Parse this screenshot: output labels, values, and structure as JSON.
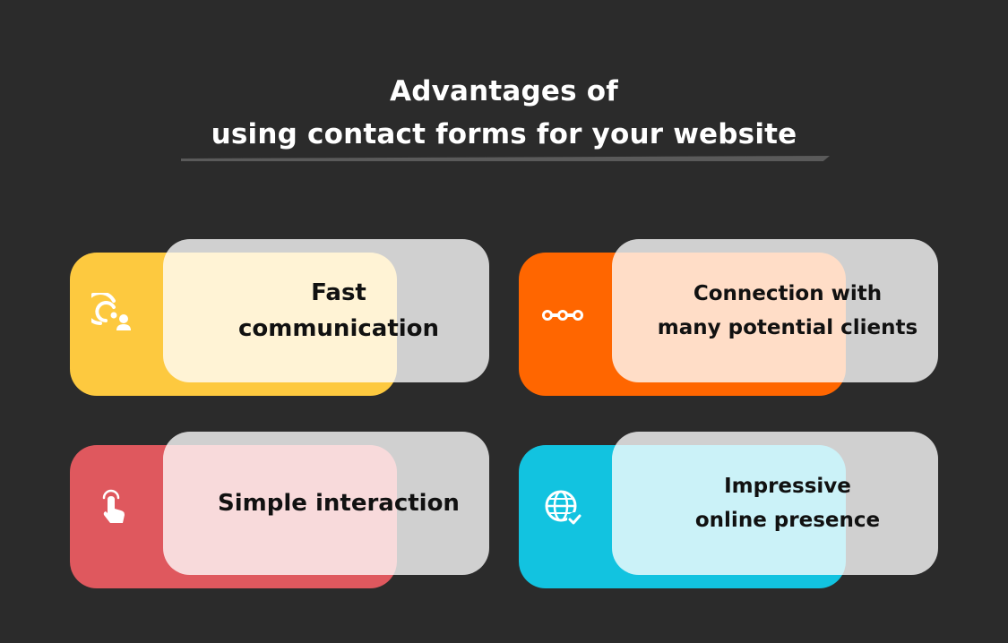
{
  "title": {
    "line1": "Advantages of",
    "line2": "using contact forms for your website"
  },
  "cards": [
    {
      "label_line1": "Fast",
      "label_line2": "communication",
      "icon": "chat-icon",
      "color": "#fdc93f",
      "tint": "#fff3d4"
    },
    {
      "label_line1": "Connection with",
      "label_line2": "many potential clients",
      "icon": "connection-icon",
      "color": "#ff6600",
      "tint": "#fddcc8"
    },
    {
      "label_line1": "Simple interaction",
      "label_line2": "",
      "icon": "hand-pointer-icon",
      "color": "#df585e",
      "tint": "#f5d6d8"
    },
    {
      "label_line1": "Impressive",
      "label_line2": "online presence",
      "icon": "globe-check-icon",
      "color": "#12c3e0",
      "tint": "#c9f1f7"
    }
  ]
}
